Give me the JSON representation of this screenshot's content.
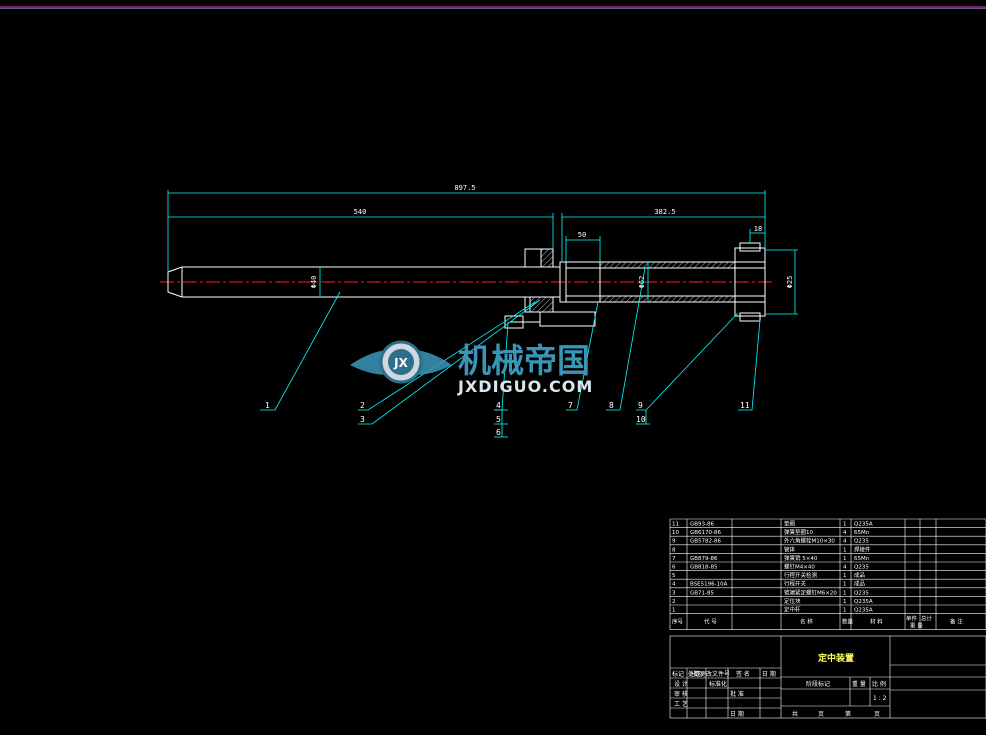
{
  "dimensions": {
    "overall": "897.5",
    "left": "540",
    "right": "382.5",
    "d50": "50",
    "d18": "18",
    "dia_shaft": "Φ40",
    "dia_tube": "Φ62",
    "dia_end": "Φ25"
  },
  "callouts": [
    "1",
    "2",
    "3",
    "4",
    "5",
    "6",
    "7",
    "8",
    "9",
    "10",
    "11"
  ],
  "bom": [
    {
      "no": "11",
      "code": "GB93-86",
      "name": "垫圈",
      "qty": "1",
      "material": "Q235A"
    },
    {
      "no": "10",
      "code": "GB6170-86",
      "name": "弹簧垫圈10",
      "qty": "4",
      "material": "65Mn"
    },
    {
      "no": "9",
      "code": "GB5782-86",
      "name": "外六角螺栓M10×30",
      "qty": "4",
      "material": "Q235"
    },
    {
      "no": "8",
      "code": "",
      "name": "管体",
      "qty": "1",
      "material": "焊接件"
    },
    {
      "no": "7",
      "code": "GB879-86",
      "name": "弹簧销 5×40",
      "qty": "1",
      "material": "65Mn"
    },
    {
      "no": "6",
      "code": "GB818-85",
      "name": "螺钉M4×40",
      "qty": "4",
      "material": "Q235"
    },
    {
      "no": "5",
      "code": "",
      "name": "行程开关检测",
      "qty": "1",
      "material": "成品"
    },
    {
      "no": "4",
      "code": "BSE5196-10A",
      "name": "行程开关",
      "qty": "1",
      "material": "成品"
    },
    {
      "no": "3",
      "code": "GB71-85",
      "name": "锥端紧定螺钉M6×20",
      "qty": "1",
      "material": "Q235"
    },
    {
      "no": "2",
      "code": "",
      "name": "定位块",
      "qty": "1",
      "material": "Q235A"
    },
    {
      "no": "1",
      "code": "",
      "name": "定中杆",
      "qty": "1",
      "material": "Q235A"
    }
  ],
  "bom_header": {
    "no": "序号",
    "code": "代 号",
    "name": "名 称",
    "qty": "数量",
    "material": "材 料",
    "unit": "单件",
    "total": "总计",
    "mass": "重 量",
    "remark": "备 注"
  },
  "title_block": {
    "title": "定中装置",
    "r_mark": "标记",
    "r_count": "处数",
    "r_zone": "分区",
    "r_doc": "更改文件号",
    "r_sign": "签 名",
    "r_date": "日 期",
    "design": "设 计",
    "standard": "标准化",
    "check": "审 核",
    "process": "工 艺",
    "approve": "批 准",
    "date": "日 期",
    "stage_mark": "阶段标记",
    "weight": "重 量",
    "scale": "比 例",
    "scale_val": "1 : 2",
    "sheets": "共",
    "sheet_unit": "页",
    "sheet_no": "第",
    "sheet_unit2": "页"
  },
  "watermark": {
    "cn": "机械帝国",
    "en": "JXDIGUO.COM",
    "badge": "JX"
  },
  "colors": {
    "border": "#ff33ff",
    "part": "#ffffff",
    "dim": "#00ffff",
    "center": "#ff2020",
    "hatch": "#ffffff",
    "watermark": "#3a96b8"
  }
}
